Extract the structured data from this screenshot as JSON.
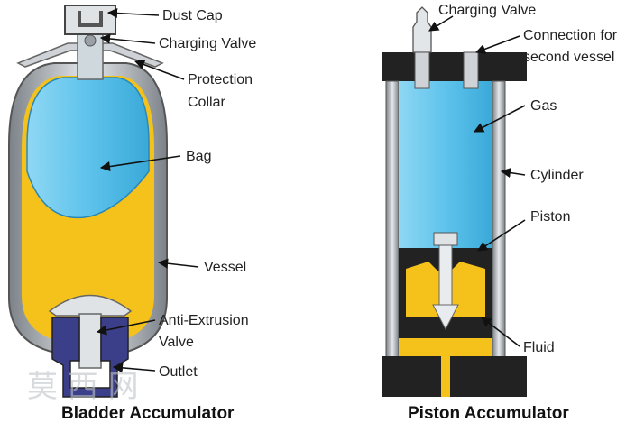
{
  "bladder": {
    "title": "Bladder Accumulator",
    "labels": {
      "dust_cap": "Dust Cap",
      "charging_valve": "Charging Valve",
      "protection_collar_1": "Protection",
      "protection_collar_2": "Collar",
      "bag": "Bag",
      "vessel": "Vessel",
      "anti_extrusion_1": "Anti-Extrusion",
      "anti_extrusion_2": "Valve",
      "outlet": "Outlet"
    }
  },
  "piston": {
    "title": "Piston Accumulator",
    "labels": {
      "charging_valve": "Charging Valve",
      "connection_1": "Connection for",
      "connection_2": "second vessel",
      "gas": "Gas",
      "cylinder": "Cylinder",
      "piston": "Piston",
      "fluid": "Fluid"
    }
  },
  "watermark": "莫 西 网",
  "colors": {
    "gas": "#5ec3ec",
    "fluid": "#f4c21a",
    "metal": "#9aa0a6",
    "dark": "#222222",
    "navy": "#3b3f8a"
  }
}
